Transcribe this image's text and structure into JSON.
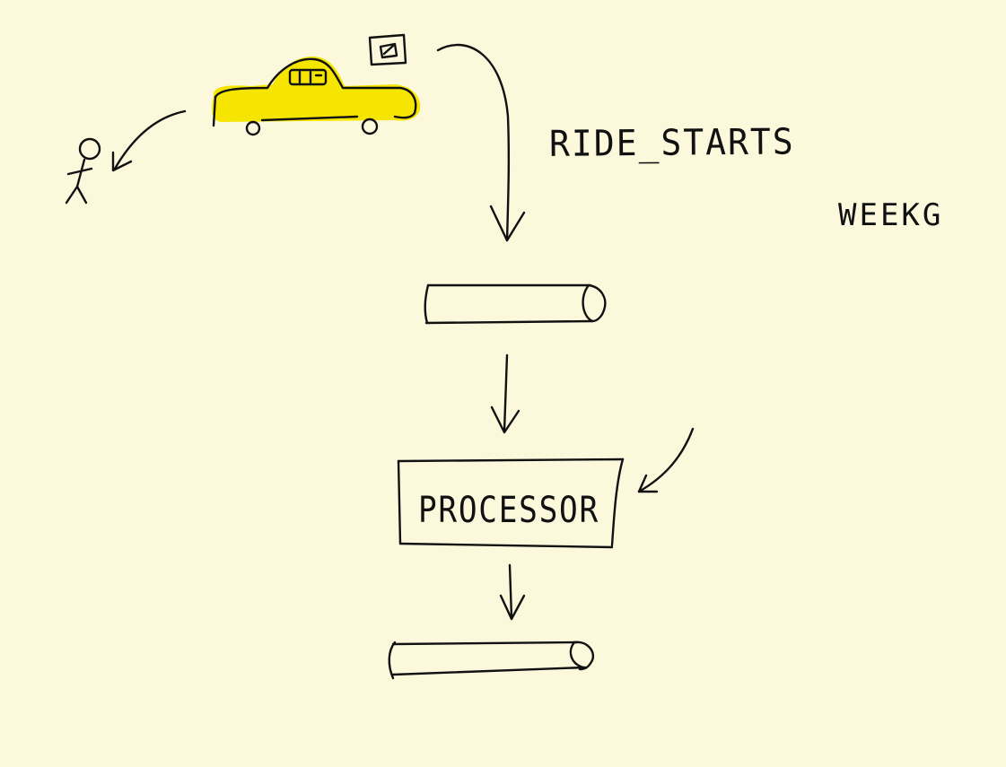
{
  "diagram": {
    "event_label": "RIDE_STARTS",
    "side_label": "WEEKG",
    "processor_label": "PROCESSOR"
  },
  "colors": {
    "background": "#fbf8dc",
    "ink": "#111111",
    "car_highlight": "#f6e500"
  },
  "icons": [
    "car-icon",
    "phone-icon",
    "person-icon"
  ]
}
